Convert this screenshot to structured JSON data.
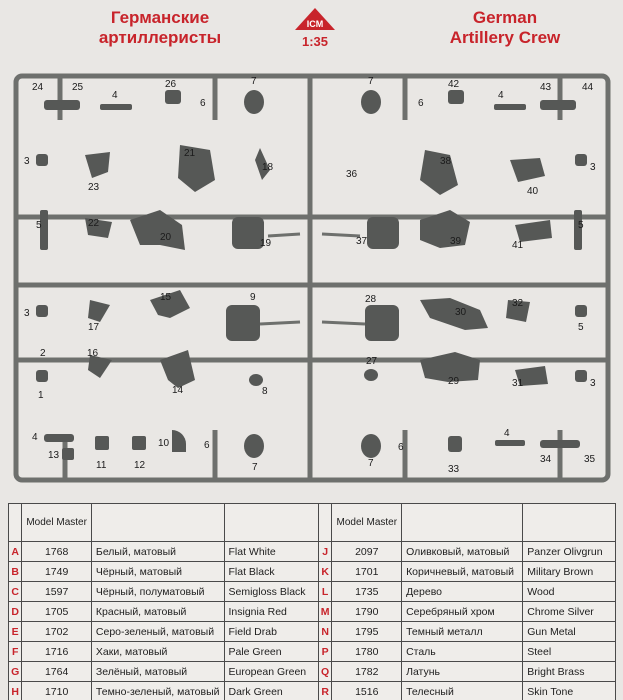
{
  "header": {
    "title_ru_line1": "Германские",
    "title_ru_line2": "артиллеристы",
    "brand": "ICM",
    "scale": "1:35",
    "title_en_line1": "German",
    "title_en_line2": "Artillery Crew"
  },
  "parts": {
    "p1": "1",
    "p2": "2",
    "p3": "3",
    "p4": "4",
    "p5": "5",
    "p6": "6",
    "p7": "7",
    "p8": "8",
    "p9": "9",
    "p10": "10",
    "p11": "11",
    "p12": "12",
    "p13": "13",
    "p14": "14",
    "p15": "15",
    "p16": "16",
    "p17": "17",
    "p18": "18",
    "p19": "19",
    "p20": "20",
    "p21": "21",
    "p22": "22",
    "p23": "23",
    "p24": "24",
    "p25": "25",
    "p26": "26",
    "p27": "27",
    "p28": "28",
    "p29": "29",
    "p30": "30",
    "p31": "31",
    "p32": "32",
    "p33": "33",
    "p34": "34",
    "p35": "35",
    "p36": "36",
    "p37": "37",
    "p38": "38",
    "p39": "39",
    "p40": "40",
    "p41": "41",
    "p42": "42",
    "p43": "43",
    "p44": "44"
  },
  "table": {
    "header_code": "Model Master",
    "rows": [
      {
        "l1": "A",
        "c1": "1768",
        "ru1": "Белый, матовый",
        "en1": "Flat White",
        "l2": "J",
        "c2": "2097",
        "ru2": "Оливковый, матовый",
        "en2": "Panzer Olivgrun"
      },
      {
        "l1": "B",
        "c1": "1749",
        "ru1": "Чёрный, матовый",
        "en1": "Flat Black",
        "l2": "K",
        "c2": "1701",
        "ru2": "Коричневый, матовый",
        "en2": "Military Brown"
      },
      {
        "l1": "C",
        "c1": "1597",
        "ru1": "Чёрный, полуматовый",
        "en1": "Semigloss Black",
        "l2": "L",
        "c2": "1735",
        "ru2": "Дерево",
        "en2": "Wood"
      },
      {
        "l1": "D",
        "c1": "1705",
        "ru1": "Красный, матовый",
        "en1": "Insignia Red",
        "l2": "M",
        "c2": "1790",
        "ru2": "Серебряный хром",
        "en2": "Chrome Silver"
      },
      {
        "l1": "E",
        "c1": "1702",
        "ru1": "Серо-зеленый, матовый",
        "en1": "Field Drab",
        "l2": "N",
        "c2": "1795",
        "ru2": "Темный металл",
        "en2": "Gun Metal"
      },
      {
        "l1": "F",
        "c1": "1716",
        "ru1": "Хаки, матовый",
        "en1": "Pale Green",
        "l2": "P",
        "c2": "1780",
        "ru2": "Сталь",
        "en2": "Steel"
      },
      {
        "l1": "G",
        "c1": "1764",
        "ru1": "Зелёный, матовый",
        "en1": "European Green",
        "l2": "Q",
        "c2": "1782",
        "ru2": "Латунь",
        "en2": "Bright Brass"
      },
      {
        "l1": "H",
        "c1": "1710",
        "ru1": "Темно-зеленый, матовый",
        "en1": "Dark Green",
        "l2": "R",
        "c2": "1516",
        "ru2": "Телесный",
        "en2": "Skin Tone"
      }
    ]
  },
  "colors": {
    "accent": "#c8242b",
    "sprue": "#6e706d",
    "part": "#565856"
  }
}
